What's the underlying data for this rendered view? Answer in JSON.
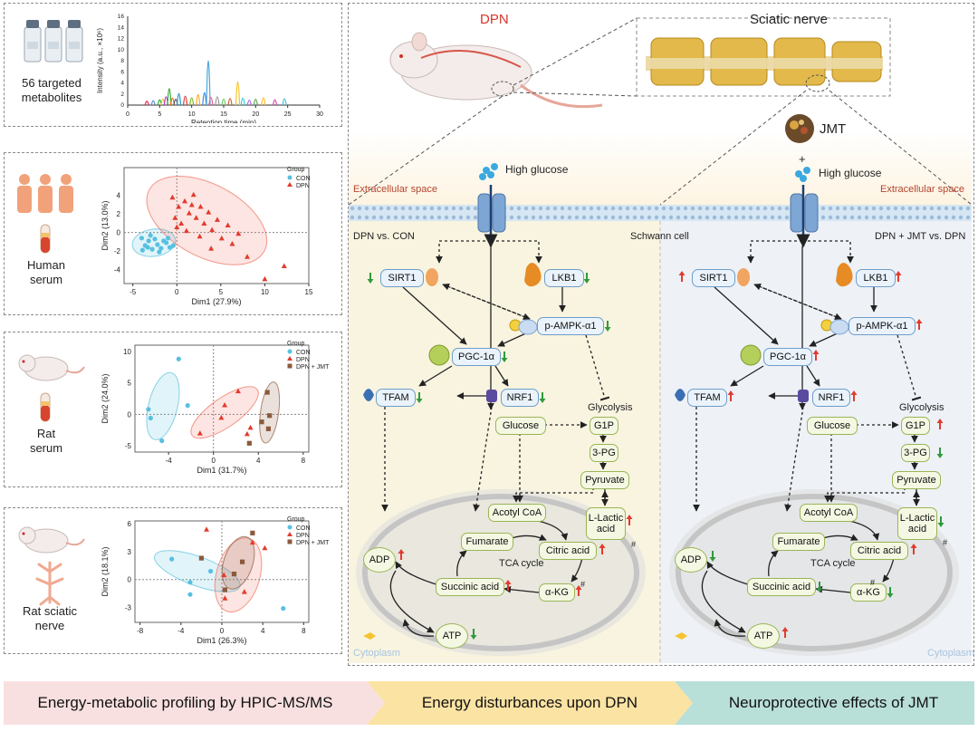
{
  "left": {
    "p1": {
      "label": "56 targeted metabolites",
      "ylabel": "Intensity (a.u., ×10⁶)",
      "xlabel": "Retention time (min)",
      "xticks": [
        "0",
        "5",
        "10",
        "15",
        "20",
        "25",
        "30"
      ],
      "yticks": [
        "0",
        "2",
        "4",
        "6",
        "8",
        "10",
        "12",
        "14",
        "16"
      ]
    },
    "p2": {
      "label": "Human serum",
      "xlabel": "Dim1 (27.9%)",
      "ylabel": "Dim2 (13.0%)",
      "xticks": [
        "-5",
        "0",
        "5",
        "10",
        "15"
      ],
      "yticks": [
        "4",
        "2",
        "0",
        "-2",
        "-4"
      ],
      "legend_title": "Group",
      "legend": [
        "CON",
        "DPN"
      ]
    },
    "p3": {
      "label": "Rat serum",
      "xlabel": "Dim1 (31.7%)",
      "ylabel": "Dim2 (24.0%)",
      "xticks": [
        "-4",
        "0",
        "4",
        "8"
      ],
      "yticks": [
        "10",
        "5",
        "0",
        "-5"
      ],
      "legend_title": "Group",
      "legend": [
        "CON",
        "DPN",
        "DPN + JMT"
      ]
    },
    "p4": {
      "label": "Rat sciatic nerve",
      "xlabel": "Dim1 (26.3%)",
      "ylabel": "Dim2 (18.1%)",
      "xticks": [
        "-8",
        "-4",
        "0",
        "4",
        "8"
      ],
      "yticks": [
        "6",
        "3",
        "0",
        "-3"
      ],
      "legend_title": "Group",
      "legend": [
        "CON",
        "DPN",
        "DPN + JMT"
      ]
    }
  },
  "right": {
    "dpn": "DPN",
    "sciatic": "Sciatic nerve",
    "jmt": "JMT",
    "plus": "+",
    "high_glucose": "High glucose",
    "extracellular": "Extracellular space",
    "schwann": "Schwann cell",
    "cmp_left": "DPN vs. CON",
    "cmp_right": "DPN + JMT vs. DPN",
    "cytoplasm": "Cytoplasm",
    "sirt1": "SIRT1",
    "lkb1": "LKB1",
    "pampk": "p-AMPK-α1",
    "pgc": "PGC-1α",
    "tfam": "TFAM",
    "nrf1": "NRF1",
    "glycolysis": "Glycolysis",
    "glucose": "Glucose",
    "g1p": "G1P",
    "pg3": "3-PG",
    "pyruvate": "Pyruvate",
    "acetyl": "Acotyl CoA",
    "lactic": "L-Lactic acid",
    "fumarate": "Fumarate",
    "citric": "Citric acid",
    "tca": "TCA cycle",
    "succinic": "Succinic acid",
    "akg": "α-KG",
    "adp": "ADP",
    "atp": "ATP",
    "hash": "#"
  },
  "bottom": {
    "b1": "Energy-metabolic profiling by HPIC-MS/MS",
    "b2": "Energy disturbances upon DPN",
    "b3": "Neuroprotective effects of JMT"
  },
  "colors": {
    "up": "#e23b2e",
    "down": "#2f9a3c",
    "con": "#58c0e0",
    "dpn": "#e23b2e",
    "jmt": "#8b5a3c"
  }
}
